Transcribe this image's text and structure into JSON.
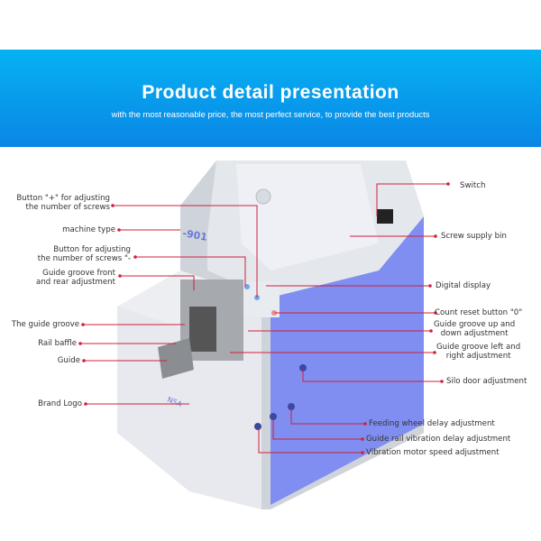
{
  "banner": {
    "title": "Product detail presentation",
    "subtitle": "with the most reasonable price, the most perfect service, to provide the best products"
  },
  "machine": {
    "model": "-901",
    "brand": "NSA"
  },
  "labels_left": [
    "Button \"+\" for adjusting\nthe number of screws",
    "machine type",
    "Button for adjusting\nthe number of screws \"-",
    "Guide groove front\nand rear adjustment",
    "The guide groove",
    "Rail baffle",
    "Guide",
    "Brand Logo"
  ],
  "labels_right": [
    "Switch",
    "Screw supply bin",
    "Digital display",
    "Count reset button \"0\"",
    "Guide groove up and\ndown adjustment",
    "Guide groove left and\nright adjustment",
    "Silo door adjustment",
    "Feeding wheel delay adjustment",
    "Guide rail vibration delay adjustment",
    "Vibration motor speed adjustment"
  ],
  "colors": {
    "banner_top": "#06b2f2",
    "banner_bottom": "#0a86e6",
    "accent_line": "#d0203a",
    "body_blue": "#7f8ef0"
  }
}
